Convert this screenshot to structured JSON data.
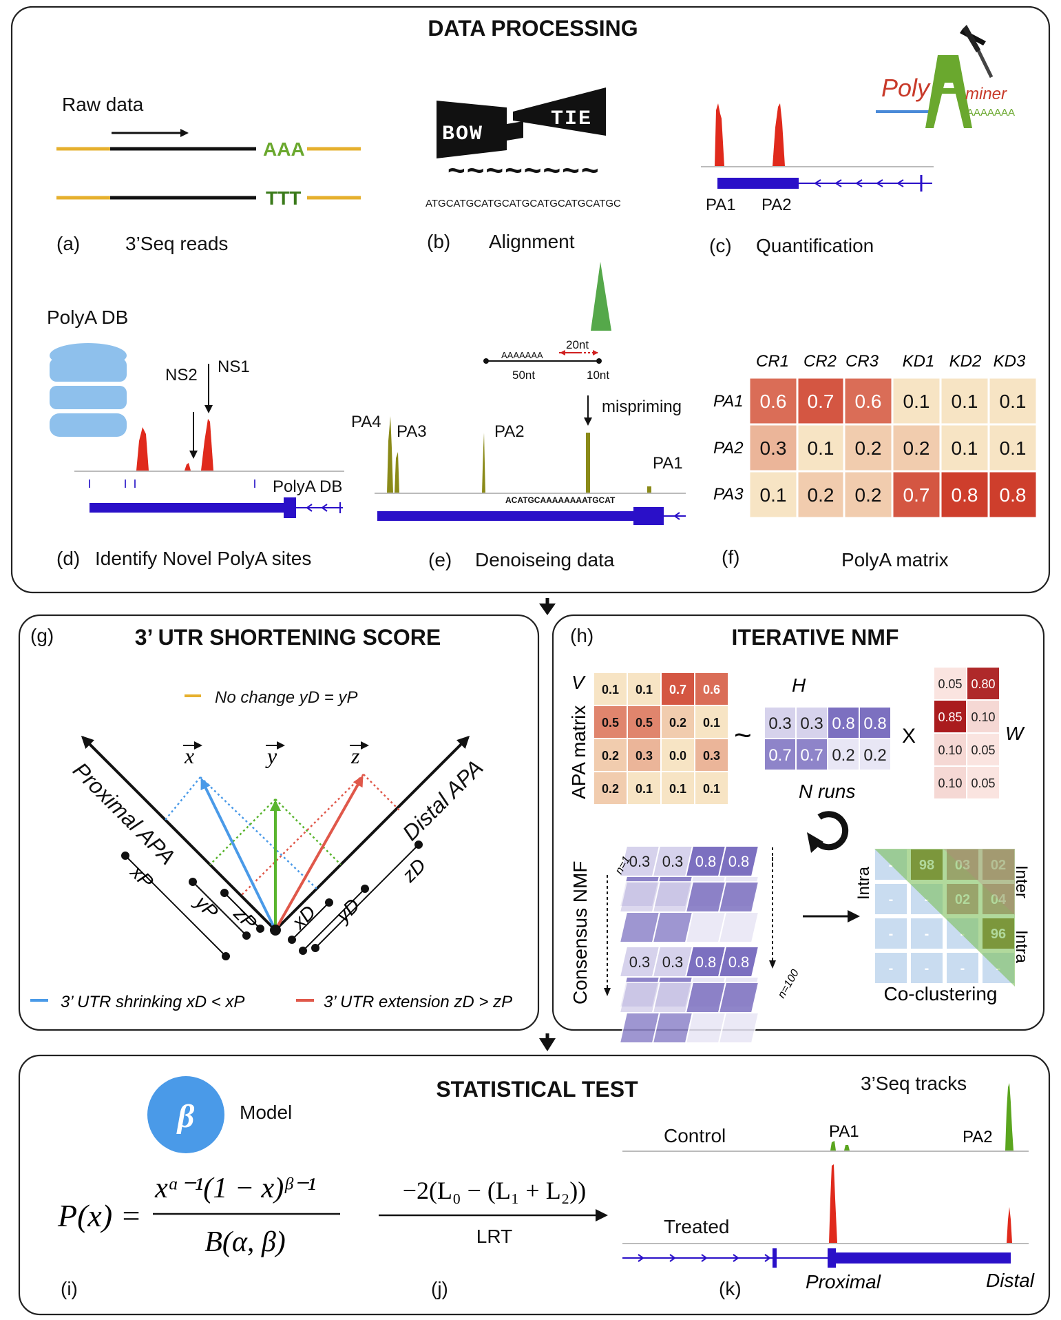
{
  "headers": {
    "data_processing": "DATA PROCESSING",
    "utr_score": "3’ UTR SHORTENING SCORE",
    "nmf": "ITERATIVE NMF",
    "stat_test": "STATISTICAL TEST"
  },
  "panel_a": {
    "letter": "(a)",
    "caption": "3’Seq reads",
    "raw": "Raw data",
    "polya": "AAA",
    "polyt": "TTT"
  },
  "panel_b": {
    "letter": "(b)",
    "caption": "Alignment",
    "logo_left": "BOW",
    "logo_right": "TIE",
    "tildes": "~~~~~~~~",
    "sequence": "ATGCATGCATGCATGCATGCATGCATGC"
  },
  "panel_c": {
    "letter": "(c)",
    "caption": "Quantification",
    "pa1": "PA1",
    "pa2": "PA2",
    "logo_poly": "Poly",
    "logo_a": "A",
    "logo_miner": "miner",
    "logo_tail": "AAAAAAA"
  },
  "panel_d": {
    "letter": "(d)",
    "caption": "Identify Novel PolyA sites",
    "db_title": "PolyA DB",
    "ns1": "NS1",
    "ns2": "NS2",
    "track": "PolyA DB"
  },
  "panel_e": {
    "letter": "(e)",
    "caption": "Denoiseing data",
    "pa1": "PA1",
    "pa2": "PA2",
    "pa3": "PA3",
    "pa4": "PA4",
    "polya": "AAAAAAA",
    "nt20": "20nt",
    "nt50": "50nt",
    "nt10": "10nt",
    "mispriming": "mispriming",
    "sequence": "ACATGCAAAAAAAATGCAT"
  },
  "panel_f": {
    "letter": "(f)",
    "caption": "PolyA matrix",
    "cols": [
      "CR1",
      "CR2",
      "CR3",
      "KD1",
      "KD2",
      "KD3"
    ],
    "rows": [
      "PA1",
      "PA2",
      "PA3"
    ],
    "values": [
      [
        "0.6",
        "0.7",
        "0.6",
        "0.1",
        "0.1",
        "0.1"
      ],
      [
        "0.3",
        "0.1",
        "0.2",
        "0.2",
        "0.1",
        "0.1"
      ],
      [
        "0.1",
        "0.2",
        "0.2",
        "0.7",
        "0.8",
        "0.8"
      ]
    ]
  },
  "panel_g": {
    "letter": "(g)",
    "no_change": "No change yD = yP",
    "vec_x": "x",
    "vec_y": "y",
    "vec_z": "z",
    "proximal": "Proximal APA",
    "distal": "Distal APA",
    "xP": "xP",
    "yP": "yP",
    "zP": "zP",
    "xD": "xD",
    "yD": "yD",
    "zD": "zD",
    "shrinking": "3’ UTR shrinking  xD < xP",
    "extension": "3’ UTR extension zD > zP"
  },
  "panel_h": {
    "letter": "(h)",
    "v_label": "V",
    "apa_matrix": "APA matrix",
    "v_values": [
      [
        "0.1",
        "0.1",
        "0.7",
        "0.6"
      ],
      [
        "0.5",
        "0.5",
        "0.2",
        "0.1"
      ],
      [
        "0.2",
        "0.3",
        "0.0",
        "0.3"
      ],
      [
        "0.2",
        "0.1",
        "0.1",
        "0.1"
      ]
    ],
    "approx": "~",
    "h_label": "H",
    "h_values": [
      [
        "0.3",
        "0.3",
        "0.8",
        "0.8"
      ],
      [
        "0.7",
        "0.7",
        "0.2",
        "0.2"
      ]
    ],
    "times": "X",
    "w_label": "W",
    "w_values": [
      [
        "0.05",
        "0.80"
      ],
      [
        "0.85",
        "0.10"
      ],
      [
        "0.10",
        "0.05"
      ],
      [
        "0.10",
        "0.05"
      ]
    ],
    "n_runs": "N runs",
    "consensus": "Consensus NMF",
    "n1": "n=1",
    "n100": "n=100",
    "cc_values": [
      [
        "-",
        "98",
        "03",
        "02"
      ],
      [
        "-",
        "-",
        "02",
        "04"
      ],
      [
        "-",
        "-",
        "-",
        "96"
      ],
      [
        "-",
        "-",
        "-",
        "-"
      ]
    ],
    "intra_left": "Intra",
    "inter": "Inter",
    "intra_right": "Intra",
    "co_clustering": "Co-clustering"
  },
  "panel_i": {
    "letter": "(i)",
    "beta": "β",
    "model": "Model",
    "px": "P(x) =",
    "numerator": "xᵅ⁻¹(1 − x)ᵝ⁻¹",
    "denominator": "B(α, β)"
  },
  "panel_j": {
    "letter": "(j)",
    "formula": "−2(L₀ − (L₁ + L₂))",
    "lrt": "LRT"
  },
  "panel_k": {
    "letter": "(k)",
    "tracks": "3’Seq tracks",
    "control": "Control",
    "treated": "Treated",
    "pa1": "PA1",
    "pa2": "PA2",
    "proximal": "Proximal",
    "distal": "Distal"
  },
  "colors": {
    "gene": "#2a10c8",
    "peak_red": "#e02a1c",
    "peak_olive": "#8a8a18",
    "peak_green": "#5aa51e",
    "gold": "#e6b02e",
    "green_text": "#6aa82e",
    "blue_vec": "#4a9ae8",
    "green_vec": "#5ab52e",
    "red_vec": "#e0584a",
    "beta_circle": "#4a9ae8",
    "purple": "#8478c0",
    "db_blue": "#8ec0ec"
  }
}
